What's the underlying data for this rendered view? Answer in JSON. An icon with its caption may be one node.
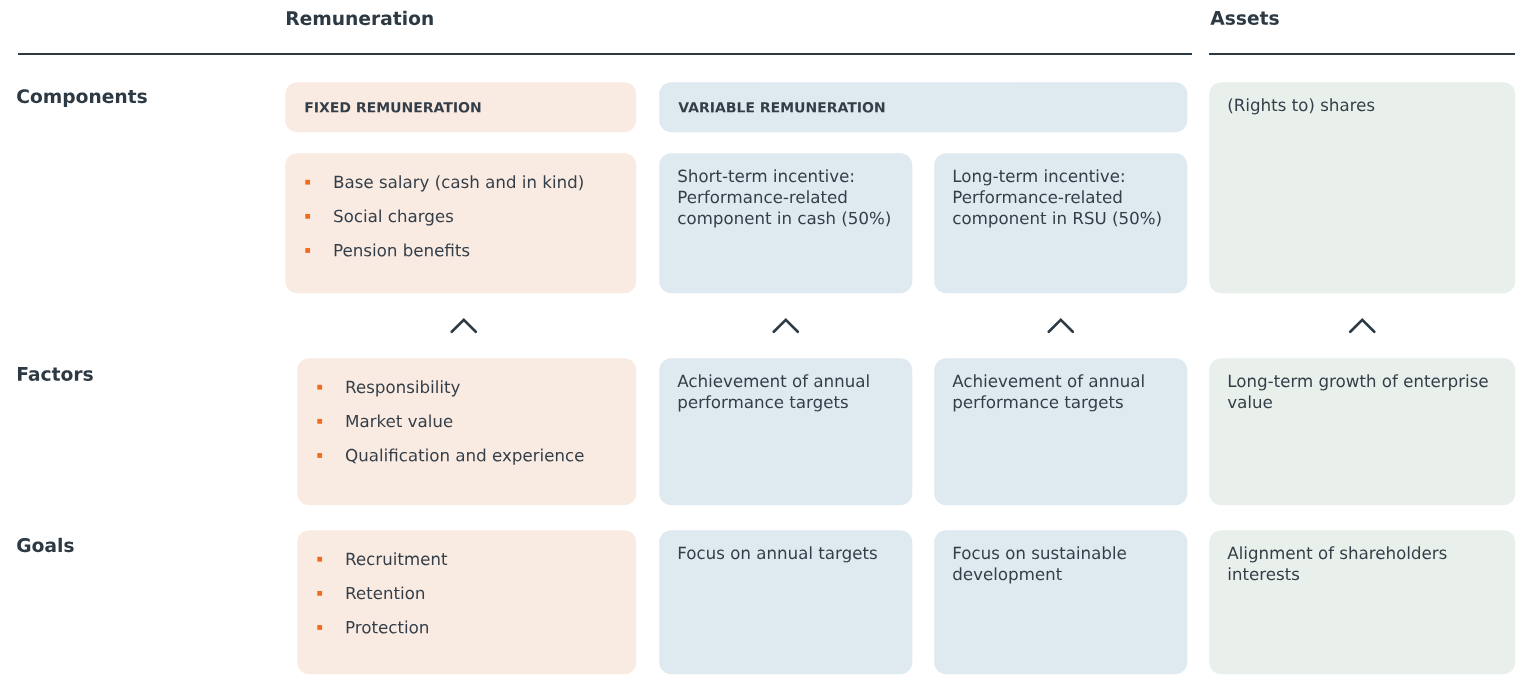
{
  "diagram": {
    "nodes": [
      {
        "text": [
          "FIXED REMUNERATION"
        ]
      },
      {
        "text": [
          "VARIABLE REMUNERATION"
        ]
      },
      {
        "text": [
          "(Rights to) shares"
        ]
      },
      {
        "text": [
          "Base salary (cash and in kind)",
          "Social charges",
          "Pension benefits"
        ]
      },
      {
        "text": [
          "Short-term incentive: Performance-related component in cash (50%)"
        ]
      },
      {
        "text": [
          "Long-term incentive: Performance-related component in RSU (50%)"
        ]
      },
      {
        "text": [
          "Responsibility",
          "Market value",
          "Qualification and experience"
        ]
      },
      {
        "text": [
          "Achievement of annual performance targets"
        ]
      },
      {
        "text": [
          "Achievement of annual performance targets"
        ]
      },
      {
        "text": [
          "Long-term growth of enterprise value"
        ]
      },
      {
        "text": [
          "Recruitment",
          "Retention",
          "Protection"
        ]
      },
      {
        "text": [
          "Focus on annual targets"
        ]
      },
      {
        "text": [
          "Focus on sustainable development"
        ]
      },
      {
        "text": [
          "Alignment of shareholders interests"
        ]
      }
    ],
    "edges": [
      {
        "from": 6,
        "to": 3,
        "arrow": "to"
      },
      {
        "from": 7,
        "to": 4,
        "arrow": "to"
      },
      {
        "from": 8,
        "to": 5,
        "arrow": "to"
      },
      {
        "from": 9,
        "to": 2,
        "arrow": "to"
      }
    ],
    "labels": [
      "Remuneration",
      "Assets",
      "Components",
      "Factors",
      "Goals"
    ]
  }
}
